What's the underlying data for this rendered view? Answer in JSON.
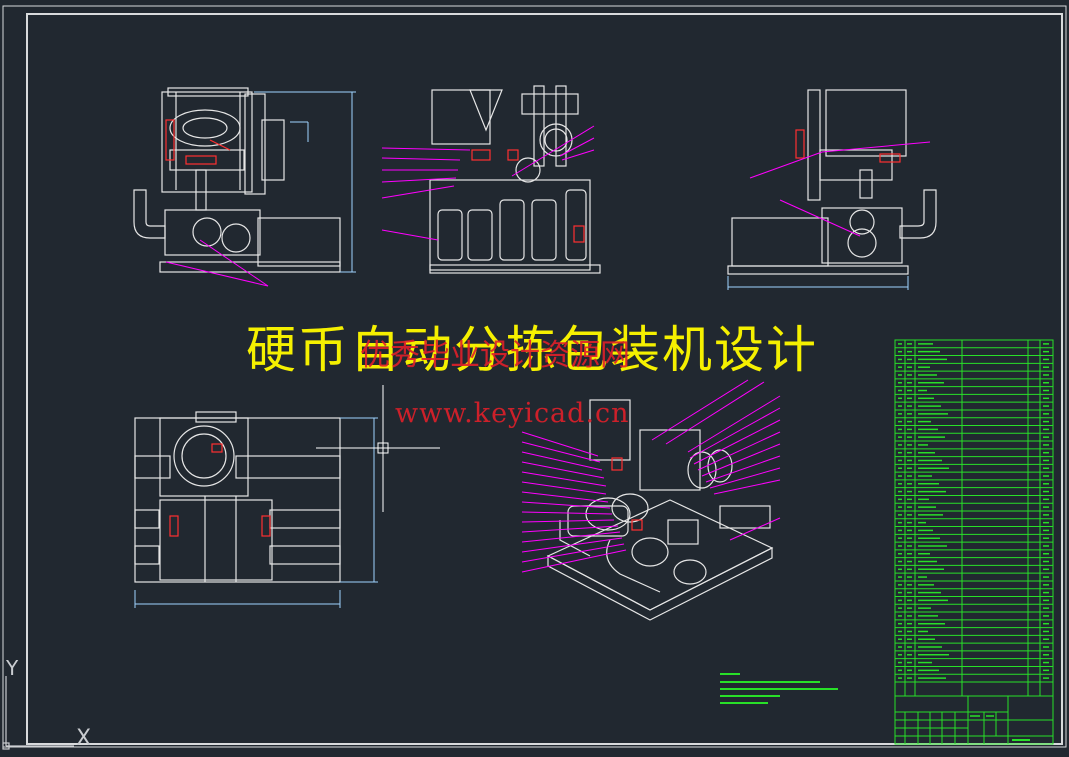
{
  "drawing": {
    "title": "硬币自动分拣包装机设计",
    "watermark_site_name": "优秀毕业设计资源网",
    "watermark_url": "www.keyicad.cn",
    "ucs": {
      "y_label": "Y",
      "x_label": "X"
    }
  },
  "colors": {
    "background": "#212830",
    "frame": "#d8dadc",
    "geometry": "#e6e6e6",
    "dimension": "#9fd3ff",
    "leader": "#ff00ff",
    "title_block": "#28e028",
    "red_parts": "#ff3030",
    "title_text": "#f5f000",
    "watermark": "#e0202a",
    "notes": "#28e028"
  }
}
